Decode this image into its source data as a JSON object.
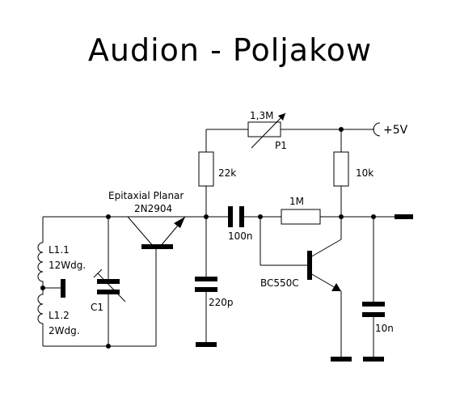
{
  "title": "Audion - Poljakow",
  "supply": {
    "label": "+5V",
    "color": "#e00000"
  },
  "components": {
    "p1": {
      "value": "1,3M",
      "ref": "P1"
    },
    "r22k": {
      "value": "22k"
    },
    "r10k": {
      "value": "10k"
    },
    "r1m": {
      "value": "1M"
    },
    "c100n": {
      "value": "100n"
    },
    "c220p": {
      "value": "220p"
    },
    "c10n": {
      "value": "10n"
    },
    "c1": {
      "ref": "C1"
    },
    "l11": {
      "ref": "L1.1",
      "windings": "12Wdg."
    },
    "l12": {
      "ref": "L1.2",
      "windings": "2Wdg."
    },
    "q1": {
      "type_line1": "Epitaxial Planar",
      "type_line2": "2N2904"
    },
    "q2": {
      "type": "BC550C"
    }
  }
}
